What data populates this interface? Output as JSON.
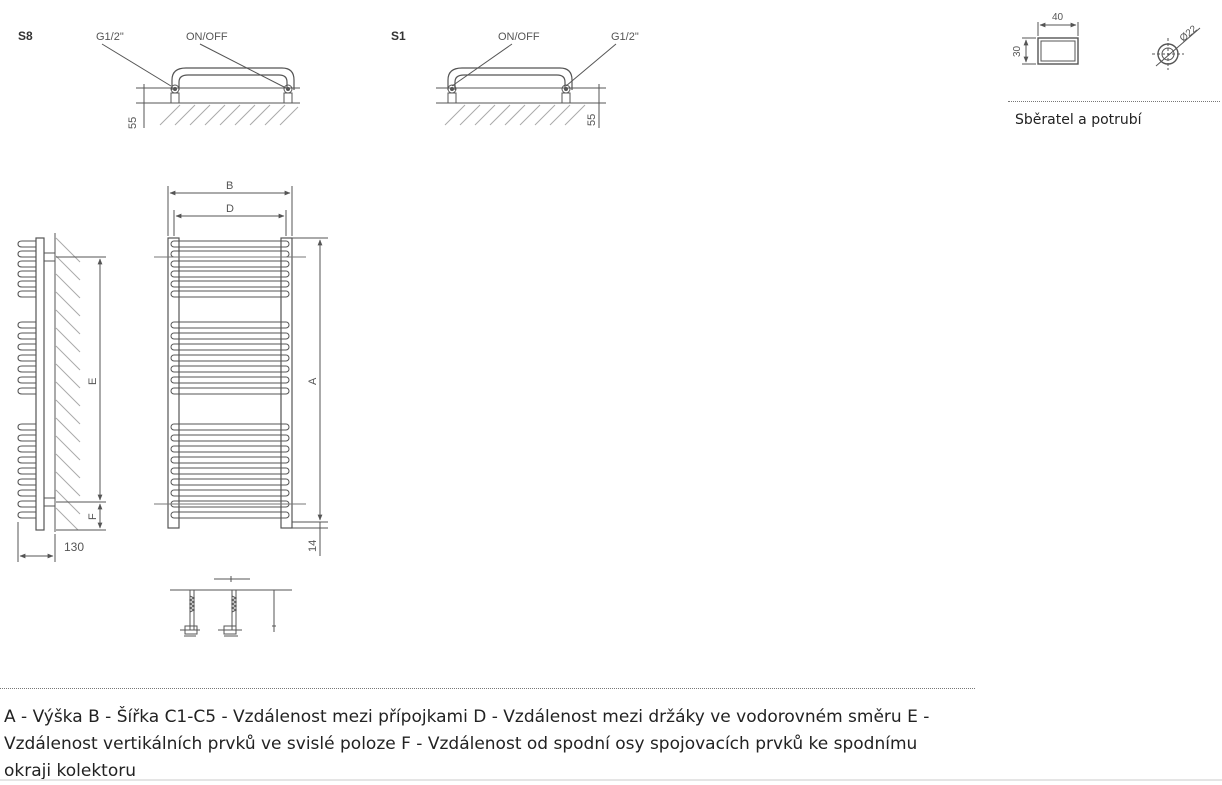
{
  "variant_s8": {
    "code": "S8",
    "thread_label": "G1/2\"",
    "valve_label": "ON/OFF",
    "height_dim": "55"
  },
  "variant_s1": {
    "code": "S1",
    "valve_label": "ON/OFF",
    "thread_label": "G1/2\"",
    "height_dim": "55"
  },
  "collector_section": {
    "width_dim": "40",
    "height_dim": "30"
  },
  "pipe_section": {
    "diameter_dim": "Ø22"
  },
  "collector_caption": "Sběratel a potrubí",
  "side_view": {
    "depth_dim": "130",
    "e_label": "E",
    "f_label": "F"
  },
  "front_view": {
    "b_label": "B",
    "d_label": "D",
    "a_label": "A",
    "bottom_dim": "14"
  },
  "legend": [
    {
      "key": "A",
      "text": "Výška"
    },
    {
      "key": "B",
      "text": "Šířka"
    },
    {
      "key": "C1-C5",
      "text": "Vzdálenost mezi přípojkami"
    },
    {
      "key": "D",
      "text": "Vzdálenost mezi držáky ve vodorovném směru"
    },
    {
      "key": "E",
      "text": "Vzdálenost vertikálních prvků ve svislé poloze"
    },
    {
      "key": "F",
      "text": "Vzdálenost od spodní osy spojovacích prvků ke spodnímu okraji kolektoru"
    }
  ],
  "colors": {
    "line": "#555555",
    "text": "#222222",
    "hatch": "#aaaaaa"
  }
}
